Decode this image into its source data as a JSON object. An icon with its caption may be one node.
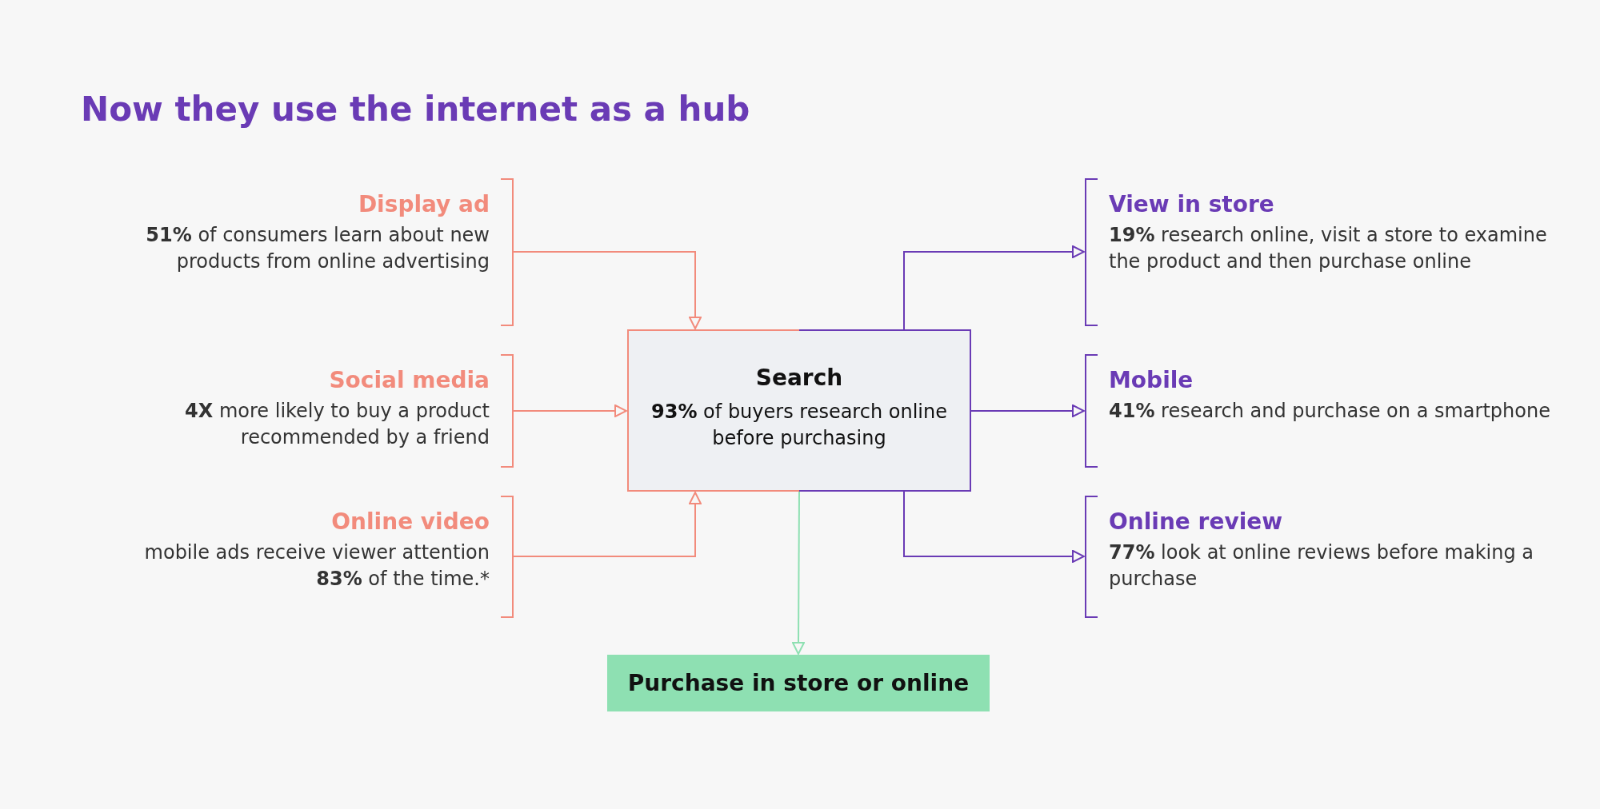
{
  "diagram": {
    "title": "Now they use the internet as a hub",
    "nodes": [
      {
        "text": [
          "Display ad",
          "**51%** of consumers learn about new products from online advertising"
        ]
      },
      {
        "text": [
          "Social media",
          "**4X** more likely to buy a product recommended by a friend"
        ]
      },
      {
        "text": [
          "Online video",
          "mobile ads receive viewer attention **83%** of the time.*"
        ]
      },
      {
        "text": [
          "Search",
          "**93%** of buyers research online before purchasing"
        ]
      },
      {
        "text": [
          "View in store",
          "**19%** research online, visit a store to examine the product and then purchase online"
        ]
      },
      {
        "text": [
          "Mobile",
          "**41%** research and purchase on a smartphone"
        ]
      },
      {
        "text": [
          "Online review",
          "**77%** look at online reviews before making a purchase"
        ]
      },
      {
        "text": [
          "Purchase in store or online"
        ]
      }
    ],
    "edges": [
      {
        "from": 0,
        "to": 3,
        "arrow": "to",
        "color": "#f28b7c"
      },
      {
        "from": 1,
        "to": 3,
        "arrow": "to",
        "color": "#f28b7c"
      },
      {
        "from": 2,
        "to": 3,
        "arrow": "to",
        "color": "#f28b7c"
      },
      {
        "from": 3,
        "to": 4,
        "arrow": "to",
        "color": "#6a3bb5"
      },
      {
        "from": 3,
        "to": 5,
        "arrow": "to",
        "color": "#6a3bb5"
      },
      {
        "from": 3,
        "to": 6,
        "arrow": "to",
        "color": "#6a3bb5"
      },
      {
        "from": 3,
        "to": 7,
        "arrow": "to",
        "color": "#8ee0b2"
      }
    ]
  }
}
